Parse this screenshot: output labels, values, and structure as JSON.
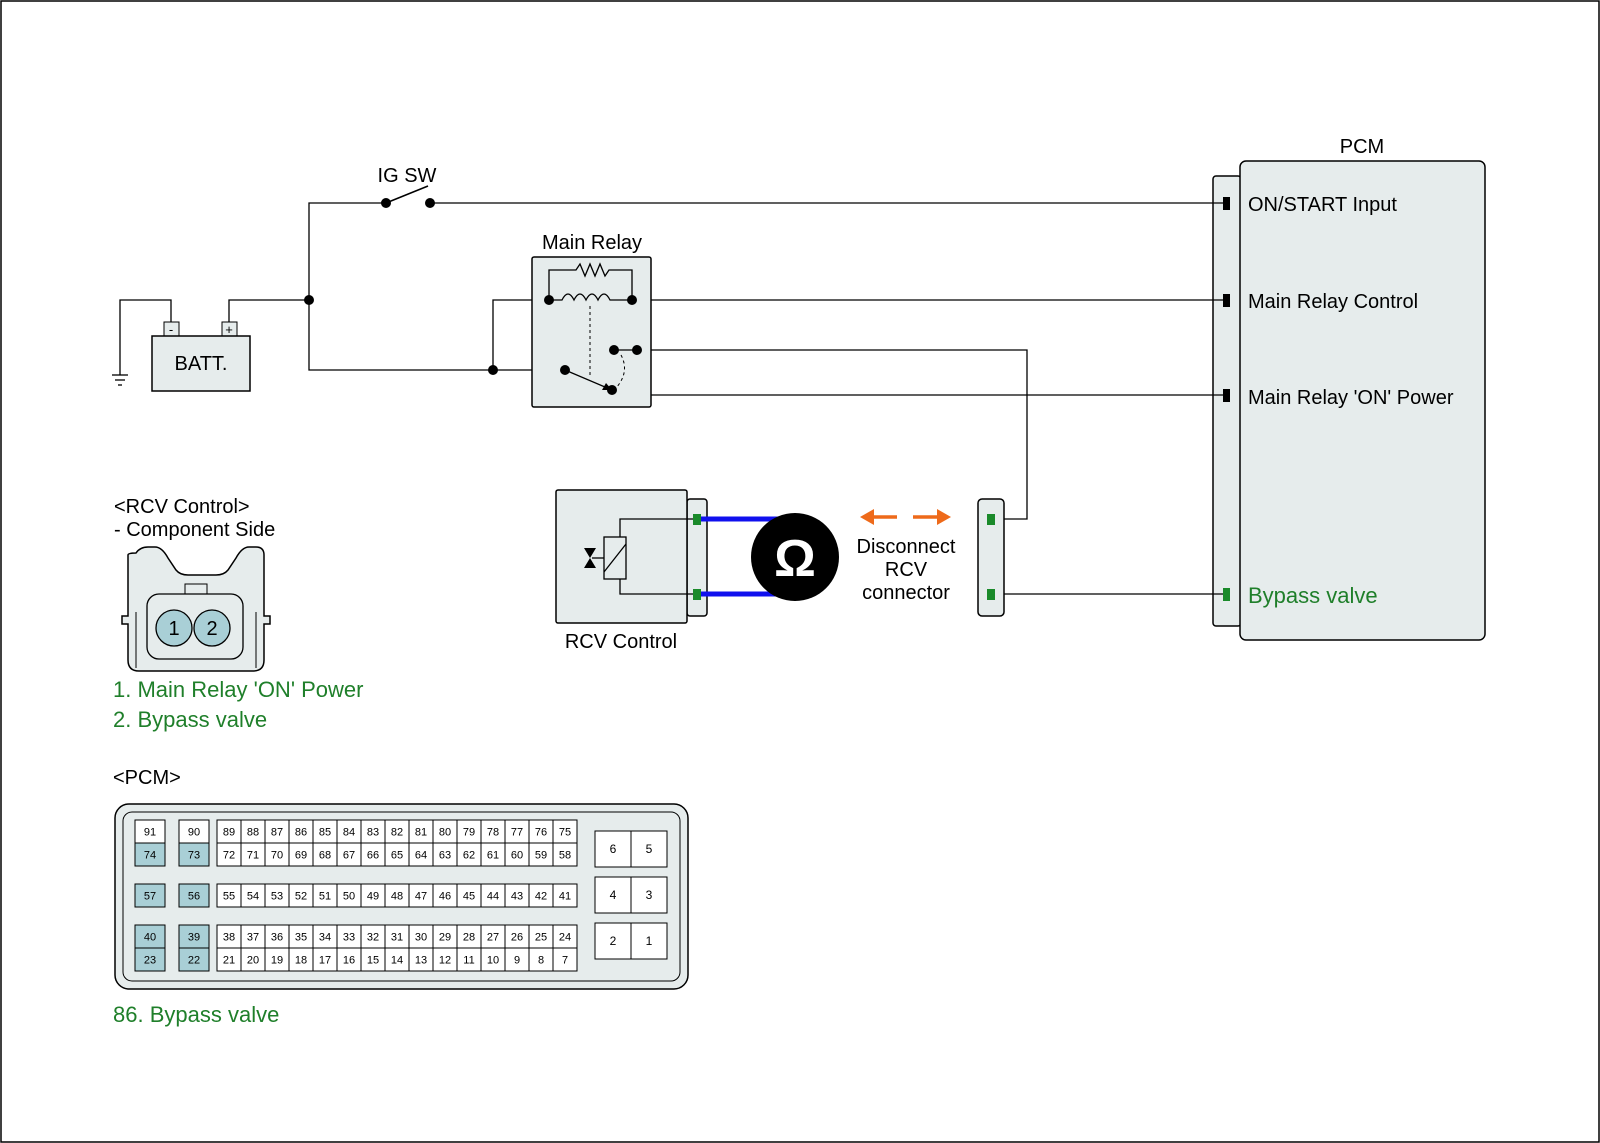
{
  "colors": {
    "panel_fill": "#e6ecec",
    "highlight_cell": "#a9cfd6",
    "green_label": "#1f7f2a",
    "green_pin": "#1a8a2a",
    "blue_probe_wire": "#1010ee",
    "orange_arrow": "#ee6a1a"
  },
  "labels": {
    "ig_sw": "IG SW",
    "batt": "BATT.",
    "batt_neg": "-",
    "batt_pos": "+",
    "main_relay": "Main Relay",
    "pcm_title": "PCM",
    "pcm_on_start": "ON/START Input",
    "pcm_main_relay_control": "Main Relay Control",
    "pcm_main_relay_on_power": "Main Relay 'ON' Power",
    "pcm_bypass_valve": "Bypass valve",
    "rcv_control": "RCV Control",
    "ohm_symbol": "Ω",
    "disconnect_line1": "Disconnect",
    "disconnect_line2": "RCV",
    "disconnect_line3": "connector"
  },
  "rcv_connector": {
    "heading_line1": "<RCV Control>",
    "heading_line2": "- Component Side",
    "pins": [
      "1",
      "2"
    ],
    "legend": [
      "1. Main Relay 'ON' Power",
      "2. Bypass valve"
    ]
  },
  "pcm_connector": {
    "heading": "<PCM>",
    "highlighted_pins": [
      "74",
      "73",
      "57",
      "56",
      "40",
      "39",
      "23",
      "22"
    ],
    "block1_row1": [
      "89",
      "88",
      "87",
      "86",
      "85",
      "84",
      "83",
      "82",
      "81",
      "80",
      "79",
      "78",
      "77",
      "76",
      "75"
    ],
    "block1_row2": [
      "72",
      "71",
      "70",
      "69",
      "68",
      "67",
      "66",
      "65",
      "64",
      "63",
      "62",
      "61",
      "60",
      "59",
      "58"
    ],
    "block2_row1": [
      "55",
      "54",
      "53",
      "52",
      "51",
      "50",
      "49",
      "48",
      "47",
      "46",
      "45",
      "44",
      "43",
      "42",
      "41"
    ],
    "block3_row1": [
      "38",
      "37",
      "36",
      "35",
      "34",
      "33",
      "32",
      "31",
      "30",
      "29",
      "28",
      "27",
      "26",
      "25",
      "24"
    ],
    "block3_row2": [
      "21",
      "20",
      "19",
      "18",
      "17",
      "16",
      "15",
      "14",
      "13",
      "12",
      "11",
      "10",
      "9",
      "8",
      "7"
    ],
    "left_col1": [
      "91",
      "74",
      "57",
      "40",
      "23"
    ],
    "left_col2": [
      "90",
      "73",
      "56",
      "39",
      "22"
    ],
    "right_pairs": [
      [
        "6",
        "5"
      ],
      [
        "4",
        "3"
      ],
      [
        "2",
        "1"
      ]
    ],
    "legend": "86. Bypass valve"
  }
}
